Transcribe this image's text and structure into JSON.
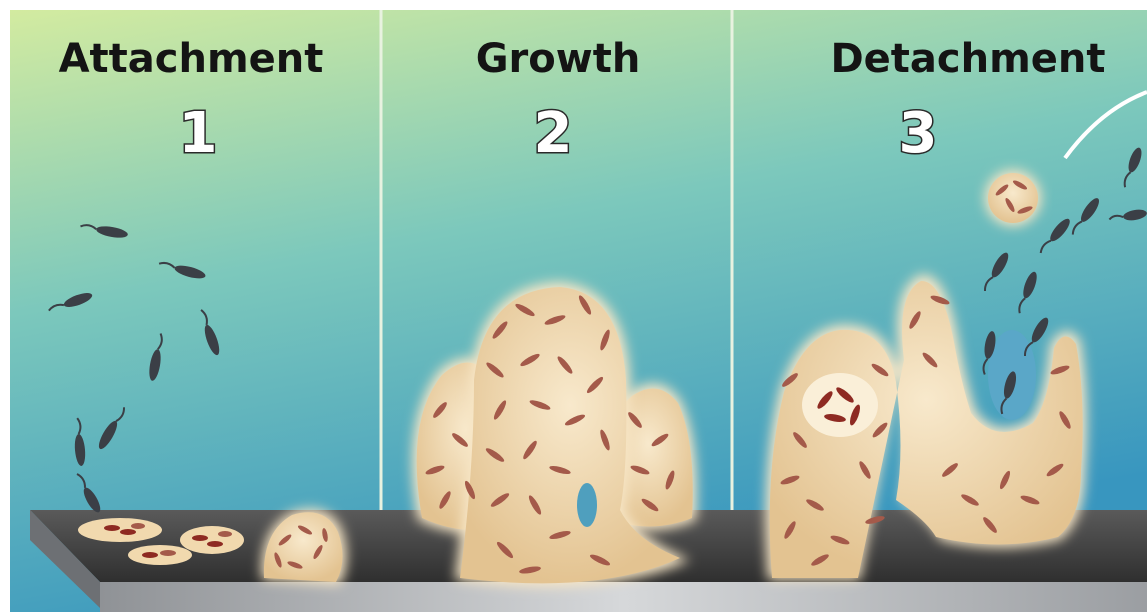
{
  "stages": [
    {
      "title": "Attachment",
      "number": "1"
    },
    {
      "title": "Growth",
      "number": "2"
    },
    {
      "title": "Detachment",
      "number": "3"
    }
  ],
  "colors": {
    "background_top": "#cfe8a0",
    "background_bottom": "#3f9fc2",
    "surface_top": "#4a4a4a",
    "surface_edge": "#a9acb0",
    "biofilm_fill": "#f1d9ae",
    "biofilm_glow": "#f7e6c6",
    "bacterium": "#a45a4a",
    "swimmer": "#3b3f46",
    "swimmer_red": "#8e2a22"
  },
  "icons": [
    "swimming-bacterium-icon",
    "biofilm-colony-icon",
    "dispersal-cluster-icon"
  ]
}
